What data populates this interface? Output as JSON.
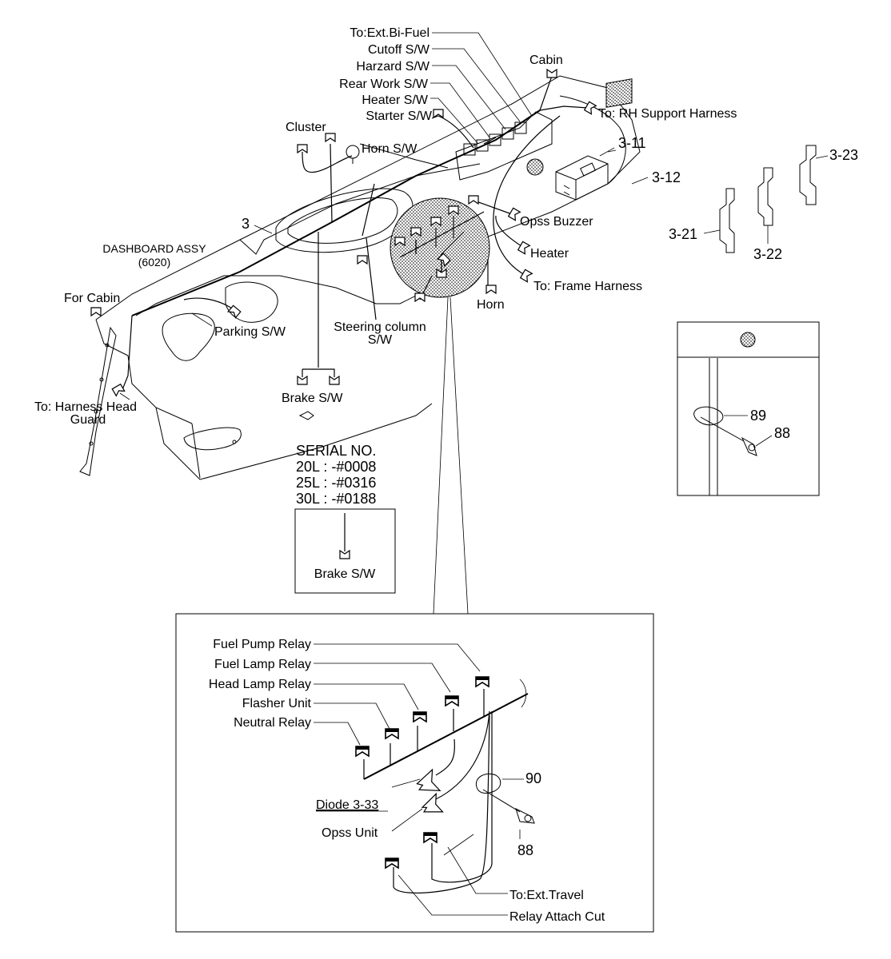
{
  "labels": {
    "ext_bi_fuel": "To:Ext.Bi-Fuel",
    "cutoff_sw": "Cutoff S/W",
    "hazard_sw": "Harzard S/W",
    "rear_work_sw": "Rear Work S/W",
    "heater_sw": "Heater S/W",
    "starter_sw": "Starter S/W",
    "cabin": "Cabin",
    "rh_support": "To: RH Support Harness",
    "cluster": "Cluster",
    "horn_sw": "Horn S/W",
    "part_3_11": "3-11",
    "part_3_12": "3-12",
    "part_3_23": "3-23",
    "part_3_21": "3-21",
    "part_3_22": "3-22",
    "part_3": "3",
    "dashboard_assy": "DASHBOARD ASSY",
    "dashboard_code": "(6020)",
    "opss_buzzer": "Opss Buzzer",
    "heater": "Heater",
    "frame_harness": "To: Frame Harness",
    "horn": "Horn",
    "for_cabin": "For Cabin",
    "parking_sw": "Parking S/W",
    "steering_column": "Steering column",
    "steering_sw": "S/W",
    "brake_sw": "Brake S/W",
    "harness_head": "To: Harness Head",
    "guard": "Guard",
    "part_89": "89",
    "part_88a": "88"
  },
  "serial": {
    "title": "SERIAL NO.",
    "lines": [
      "20L : -#0008",
      "25L : -#0316",
      "30L : -#0188"
    ],
    "brake_sw": "Brake S/W"
  },
  "detail": {
    "fuel_pump_relay": "Fuel Pump Relay",
    "fuel_lamp_relay": "Fuel Lamp Relay",
    "head_lamp_relay": "Head Lamp Relay",
    "flasher_unit": "Flasher Unit",
    "neutral_relay": "Neutral Relay",
    "part_90": "90",
    "diode": "Diode 3-33",
    "opss_unit": "Opss Unit",
    "part_88": "88",
    "ext_travel": "To:Ext.Travel",
    "relay_attach_cut": "Relay Attach Cut"
  }
}
